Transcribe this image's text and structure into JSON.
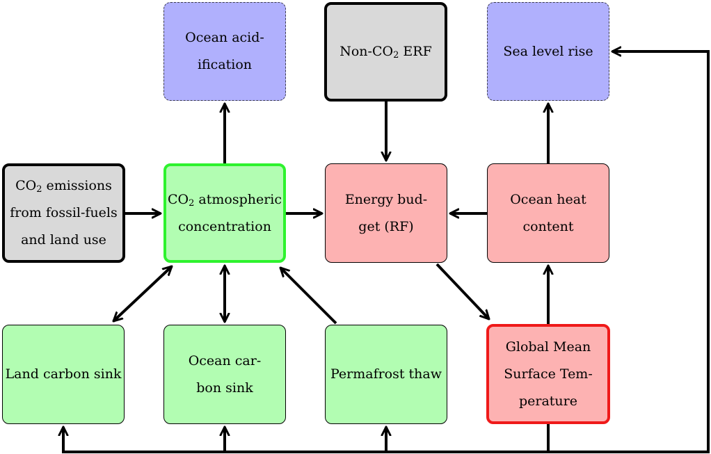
{
  "nodes": {
    "ocean_acidification": {
      "lines": [
        "Ocean acid-",
        "ification"
      ]
    },
    "non_co2_erf": {
      "lines": [
        "Non-CO{2} ERF"
      ]
    },
    "sea_level_rise": {
      "lines": [
        "Sea level rise"
      ]
    },
    "co2_emissions": {
      "lines": [
        "CO{2} emissions",
        "from fossil-fuels",
        "and land use"
      ]
    },
    "co2_concentration": {
      "lines": [
        "CO{2} atmospheric",
        "concentration"
      ]
    },
    "energy_budget": {
      "lines": [
        "Energy bud-",
        "get (RF)"
      ]
    },
    "ocean_heat_content": {
      "lines": [
        "Ocean heat",
        "content"
      ]
    },
    "land_carbon_sink": {
      "lines": [
        "Land carbon sink"
      ]
    },
    "ocean_carbon_sink": {
      "lines": [
        "Ocean car-",
        "bon sink"
      ]
    },
    "permafrost_thaw": {
      "lines": [
        "Permafrost thaw"
      ]
    },
    "gmst": {
      "lines": [
        "Global Mean",
        "Surface Tem-",
        "perature"
      ]
    }
  },
  "edges": [
    {
      "from": "co2_concentration",
      "to": "ocean_acidification",
      "type": "single"
    },
    {
      "from": "non_co2_erf",
      "to": "energy_budget",
      "type": "single"
    },
    {
      "from": "ocean_heat_content",
      "to": "sea_level_rise",
      "type": "single"
    },
    {
      "from": "co2_emissions",
      "to": "co2_concentration",
      "type": "single"
    },
    {
      "from": "co2_concentration",
      "to": "energy_budget",
      "type": "single"
    },
    {
      "from": "ocean_heat_content",
      "to": "energy_budget",
      "type": "single"
    },
    {
      "from": "energy_budget",
      "to": "gmst",
      "type": "single"
    },
    {
      "from": "gmst",
      "to": "ocean_heat_content",
      "type": "single"
    },
    {
      "from": "land_carbon_sink",
      "to": "co2_concentration",
      "type": "double"
    },
    {
      "from": "ocean_carbon_sink",
      "to": "co2_concentration",
      "type": "double"
    },
    {
      "from": "permafrost_thaw",
      "to": "co2_concentration",
      "type": "single"
    },
    {
      "from": "gmst",
      "to": "land_carbon_sink",
      "type": "single"
    },
    {
      "from": "gmst",
      "to": "ocean_carbon_sink",
      "type": "single"
    },
    {
      "from": "gmst",
      "to": "permafrost_thaw",
      "type": "single"
    },
    {
      "from": "gmst",
      "to": "sea_level_rise",
      "type": "single"
    }
  ],
  "colors": {
    "gray_fill": "#d9d9d9",
    "blue_fill": "#b0b0fd",
    "green_fill": "#b2fdb2",
    "green_border": "#2ef22e",
    "red_fill": "#fdb2b2",
    "red_border": "#ef1a1a",
    "arrow": "#000000"
  }
}
